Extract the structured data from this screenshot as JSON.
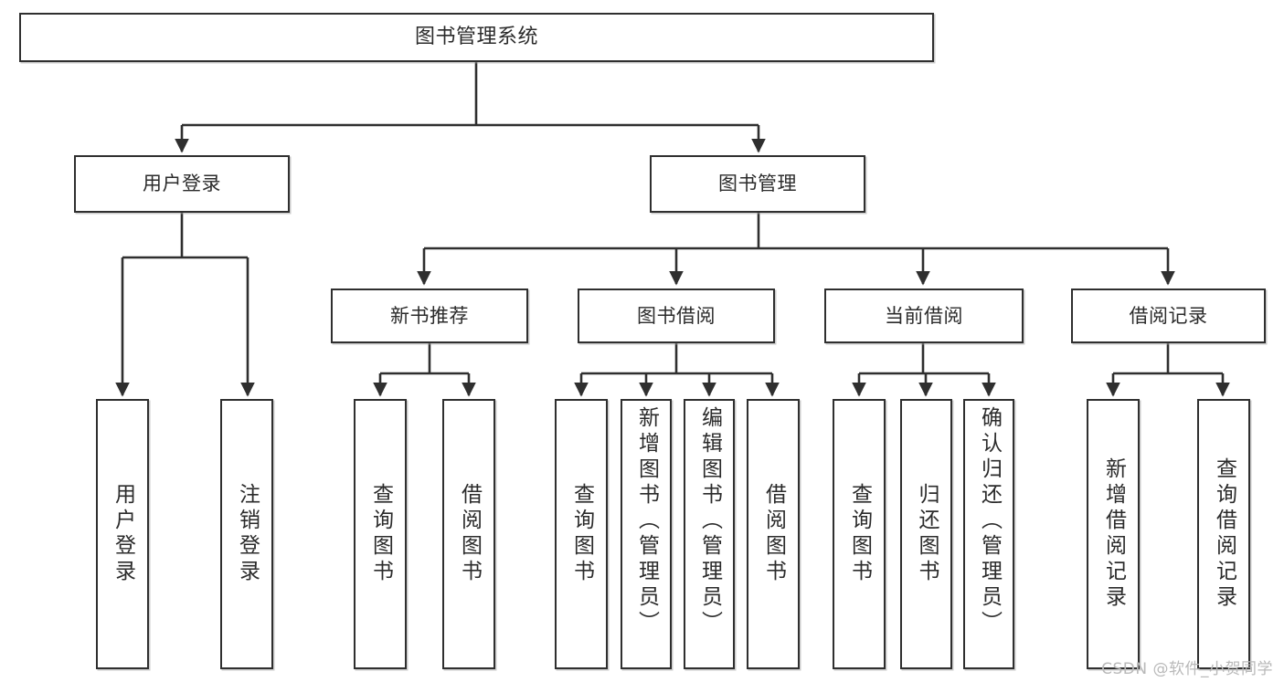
{
  "diagram": {
    "title": "图书管理系统",
    "type": "tree-hierarchy-chart",
    "colors": {
      "box_border": "#2f2f2f",
      "box_fill": "#ffffff",
      "connector": "#2f2f2f",
      "background": "#ffffff",
      "watermark": "#b9b9b9"
    },
    "root": {
      "label": "图书管理系统"
    },
    "level2": [
      {
        "label": "用户登录"
      },
      {
        "label": "图书管理"
      }
    ],
    "level3": [
      {
        "label": "新书推荐"
      },
      {
        "label": "图书借阅"
      },
      {
        "label": "当前借阅"
      },
      {
        "label": "借阅记录"
      }
    ],
    "leaves": {
      "user_login": [
        {
          "label": "用户登录"
        },
        {
          "label": "注销登录"
        }
      ],
      "new_book_recommend": [
        {
          "label": "查询图书"
        },
        {
          "label": "借阅图书"
        }
      ],
      "book_borrow": [
        {
          "label": "查询图书"
        },
        {
          "label": "新增图书（管理员）"
        },
        {
          "label": "编辑图书（管理员）"
        },
        {
          "label": "借阅图书"
        }
      ],
      "current_borrow": [
        {
          "label": "查询图书"
        },
        {
          "label": "归还图书"
        },
        {
          "label": "确认归还（管理员）"
        }
      ],
      "borrow_record": [
        {
          "label": "新增借阅记录"
        },
        {
          "label": "查询借阅记录"
        }
      ]
    }
  },
  "watermark": {
    "text": "CSDN @软件_小贺同学"
  }
}
